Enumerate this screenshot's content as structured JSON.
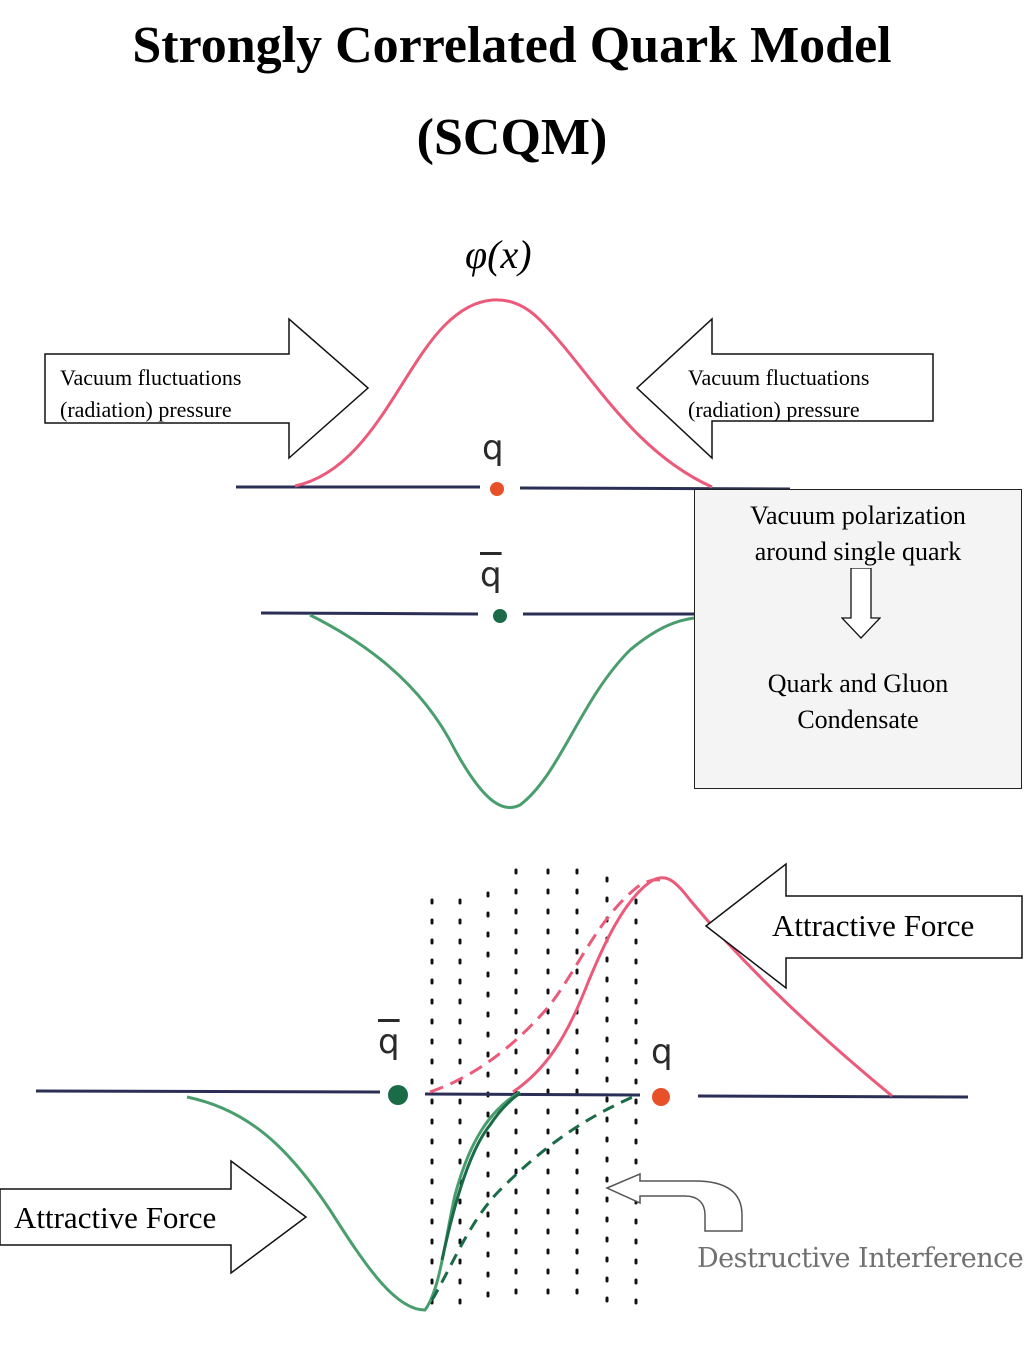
{
  "title": "Strongly Correlated Quark Model",
  "subtitle": "(SCQM)",
  "function_label": "φ(x)",
  "labels": {
    "vacuum_pressure_left": "Vacuum fluctuations\n(radiation) pressure",
    "vacuum_pressure_right": "Vacuum fluctuations\n(radiation) pressure",
    "attractive_force_right": "Attractive Force",
    "attractive_force_left": "Attractive Force",
    "destructive_interference": "Destructive Interference"
  },
  "info_box": {
    "top_text": "Vacuum polarization\n  around single quark",
    "bottom_text": "Quark and Gluon\nCondensate"
  },
  "quark_labels": {
    "quark": "q",
    "antiquark": "q"
  },
  "colors": {
    "quark": "#e8502a",
    "antiquark": "#1a6b48",
    "quark_curve": "#ec5a7a",
    "antiquark_curve": "#4a9e6e",
    "axis": "#2b2f55",
    "box_background": "#f4f4f4",
    "annotation_gray": "#707070"
  }
}
